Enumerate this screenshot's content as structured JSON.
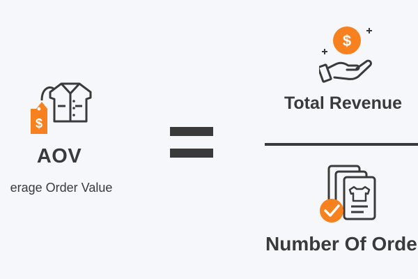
{
  "colors": {
    "accent": "#f7811f",
    "text": "#3a3a3a",
    "icon_stroke": "#3a3a3a",
    "background": "#f5f7fa"
  },
  "left": {
    "title": "AOV",
    "subtitle": "erage Order Value",
    "icon": "price-tag-shirt-icon"
  },
  "operator": "equals-sign",
  "numerator": {
    "label": "Total Revenue",
    "icon": "hand-dollar-coin-icon"
  },
  "denominator": {
    "label": "Number Of Orders",
    "icon": "order-cards-check-icon"
  }
}
